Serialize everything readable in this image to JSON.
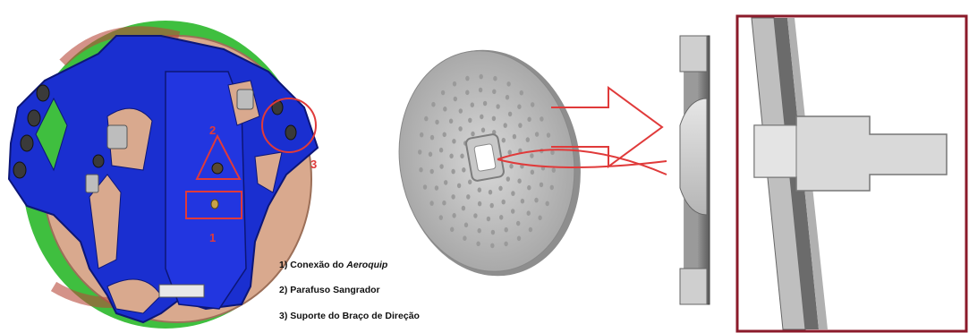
{
  "callouts": [
    "1",
    "2",
    "3"
  ],
  "legend": {
    "item1_prefix": "1) Conexão do ",
    "item1_emph": "Aeroquip",
    "item2": "2) Parafuso Sangrador",
    "item3": "3) Suporte do Braço de Direção"
  },
  "colors": {
    "caliper_blue": "#1a2fd0",
    "pad_green": "#3fbf3f",
    "disc_tan": "#d9a98e",
    "annotation_red": "#e03a3a",
    "frame_maroon": "#8b1a2a",
    "steel_gray": "#bdbdbd"
  }
}
